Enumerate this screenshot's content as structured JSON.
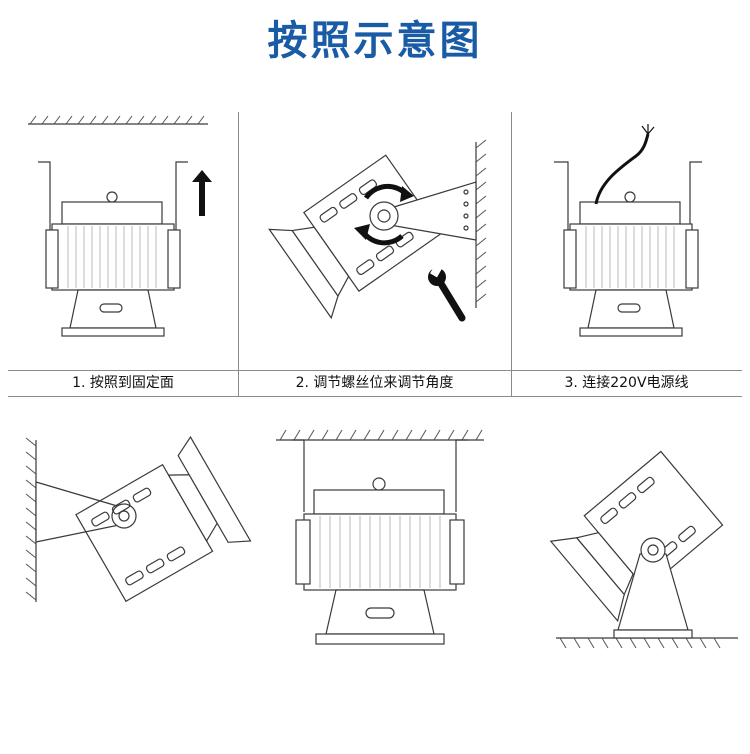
{
  "title": "按照示意图",
  "steps": [
    {
      "caption": "1. 按照到固定面"
    },
    {
      "caption": "2. 调节螺丝位来调节角度"
    },
    {
      "caption": "3. 连接220V电源线"
    }
  ],
  "colors": {
    "title": "#1a5ba6",
    "line": "#3a3a3a",
    "frame": "#8a8a8a"
  }
}
